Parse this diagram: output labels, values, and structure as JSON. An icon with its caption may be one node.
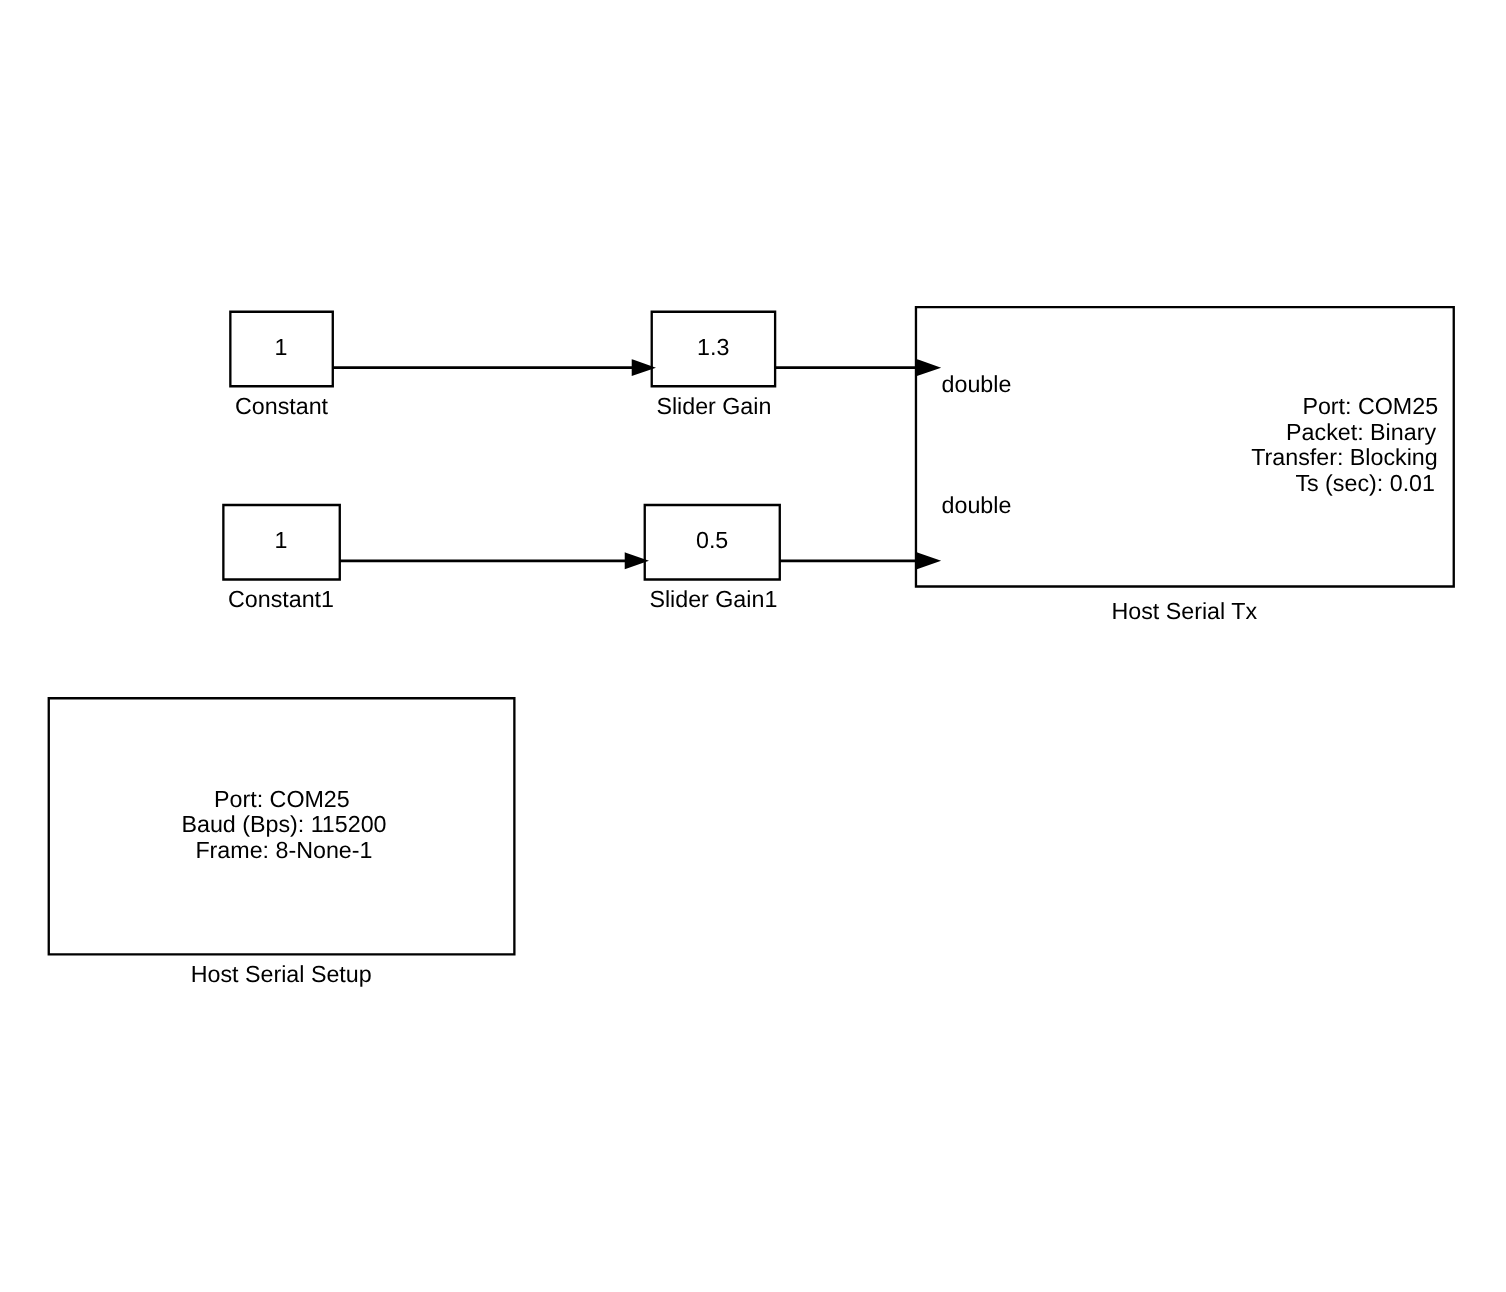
{
  "diagram": {
    "nodes": [
      {
        "text": [
          "Port: COM25",
          "Baud (Bps): 115200",
          "Frame: 8-None-1"
        ],
        "beside": [
          "Host Serial Setup"
        ]
      },
      {
        "text": [
          "1"
        ],
        "beside": [
          "Constant"
        ]
      },
      {
        "text": [
          "1.3"
        ],
        "beside": [
          "Slider Gain"
        ]
      },
      {
        "text": [
          "1"
        ],
        "beside": [
          "Constant1"
        ]
      },
      {
        "text": [
          "0.5"
        ],
        "beside": [
          "Slider Gain1"
        ]
      },
      {
        "text": [
          "double",
          "double",
          "Port: COM25",
          "Packet: Binary",
          "Transfer: Blocking",
          "Ts (sec): 0.01"
        ],
        "beside": [
          "Host Serial Tx"
        ]
      }
    ],
    "edges": [
      {
        "from": 1,
        "to": 2,
        "arrow": "to"
      },
      {
        "from": 2,
        "to": 5,
        "arrow": "to"
      },
      {
        "from": 3,
        "to": 4,
        "arrow": "to"
      },
      {
        "from": 4,
        "to": 5,
        "arrow": "to"
      }
    ]
  }
}
